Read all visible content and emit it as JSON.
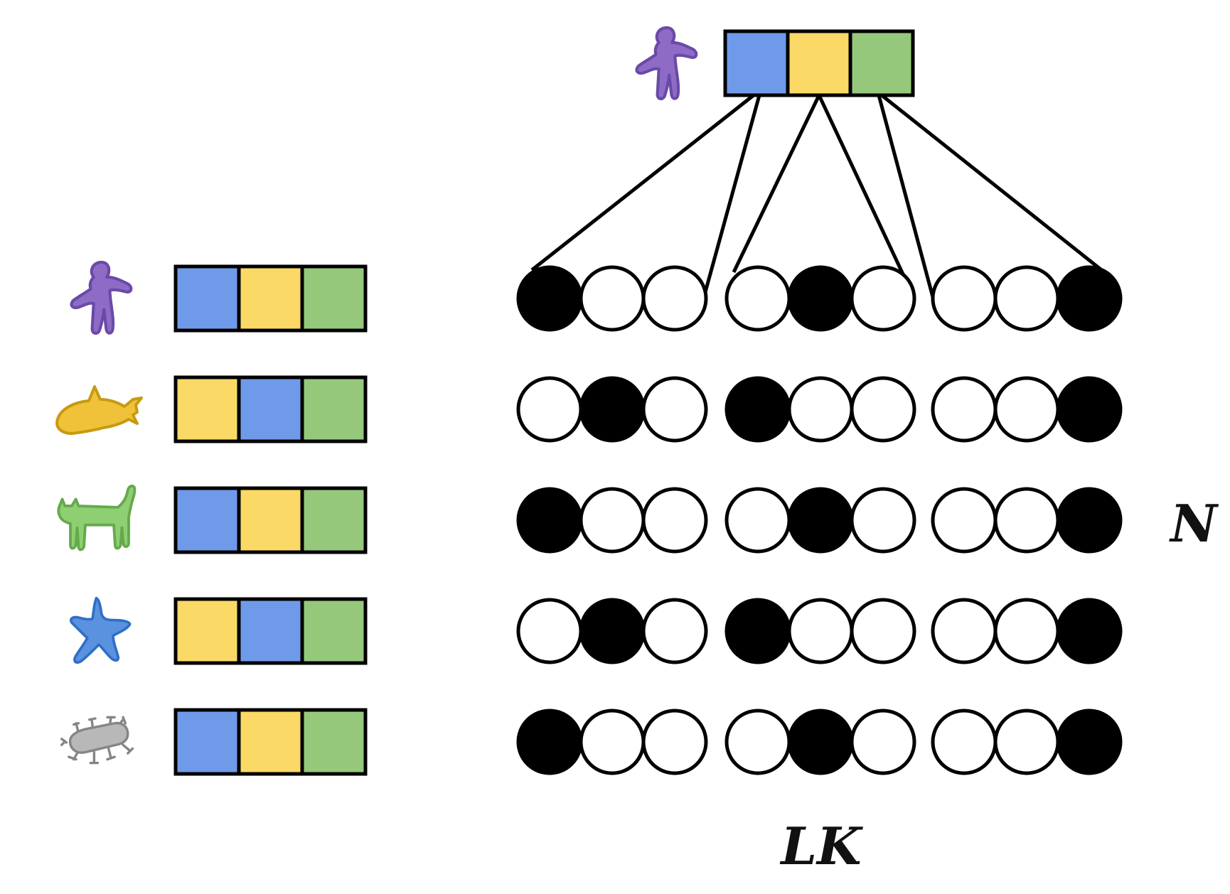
{
  "colors": {
    "blue": "#6f9ae9",
    "yellow": "#fbd966",
    "green": "#96c87c",
    "filled": "#000000",
    "empty": "#ffffff",
    "outline": "#000000",
    "purple": "#8e6cc6",
    "purple_dark": "#6a4aa8",
    "gold": "#efc23a",
    "gold_dark": "#c79a10",
    "lime": "#8fcf73",
    "lime_dark": "#66a94c",
    "sky": "#5a92e0",
    "sky_dark": "#2f6fc6",
    "gray": "#b8b8b8",
    "gray_dark": "#858585"
  },
  "labels": {
    "rows": "N",
    "columns": "LK"
  },
  "top_item": {
    "icon": "person-icon",
    "boxes": [
      "blue",
      "yellow",
      "green"
    ]
  },
  "rows": [
    {
      "icon": "person-icon",
      "boxes": [
        "blue",
        "yellow",
        "green"
      ],
      "bits": [
        1,
        0,
        0,
        0,
        1,
        0,
        0,
        0,
        1
      ]
    },
    {
      "icon": "fish-icon",
      "boxes": [
        "yellow",
        "blue",
        "green"
      ],
      "bits": [
        0,
        1,
        0,
        1,
        0,
        0,
        0,
        0,
        1
      ]
    },
    {
      "icon": "dog-icon",
      "boxes": [
        "blue",
        "yellow",
        "green"
      ],
      "bits": [
        1,
        0,
        0,
        0,
        1,
        0,
        0,
        0,
        1
      ]
    },
    {
      "icon": "starfish-icon",
      "boxes": [
        "yellow",
        "blue",
        "green"
      ],
      "bits": [
        0,
        1,
        0,
        1,
        0,
        0,
        0,
        0,
        1
      ]
    },
    {
      "icon": "bug-icon",
      "boxes": [
        "blue",
        "yellow",
        "green"
      ],
      "bits": [
        1,
        0,
        0,
        0,
        1,
        0,
        0,
        0,
        1
      ]
    }
  ]
}
